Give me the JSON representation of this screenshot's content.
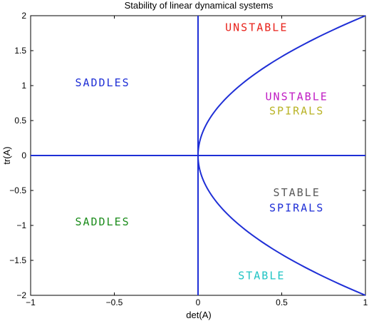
{
  "chart_data": {
    "type": "line",
    "title": "Stability of linear dynamical systems",
    "xlabel": "det(A)",
    "ylabel": "tr(A)",
    "xlim": [
      -1,
      1
    ],
    "ylim": [
      -2,
      2
    ],
    "xticks": [
      -1,
      -0.5,
      0,
      0.5,
      1
    ],
    "xtick_labels": [
      "−1",
      "−0.5",
      "0",
      "0.5",
      "1"
    ],
    "yticks": [
      -2,
      -1.5,
      -1,
      -0.5,
      0,
      0.5,
      1,
      1.5,
      2
    ],
    "ytick_labels": [
      "−2",
      "−1.5",
      "−1",
      "−0.5",
      "0",
      "0.5",
      "1",
      "1.5",
      "2"
    ],
    "grid": false,
    "line_color": "#1f2fd6",
    "series": [
      {
        "values_desc": "",
        "x": [
          -1,
          1
        ],
        "y": [
          0,
          0
        ]
      },
      {
        "values_desc": "",
        "x": [
          0,
          0
        ],
        "y": [
          -2,
          2
        ]
      },
      {
        "values_desc": "",
        "curve": "tr^2 = 4 det",
        "x": [
          0,
          1
        ],
        "y": [
          -2,
          2
        ]
      }
    ],
    "annotations": [
      {
        "text": "UNSTABLE",
        "x": 0.35,
        "y": 1.83,
        "color": "#e8221b"
      },
      {
        "text": "SADDLES",
        "x": -0.57,
        "y": 1.04,
        "color": "#1f2fd6"
      },
      {
        "text": "UNSTABLE",
        "x": 0.59,
        "y": 0.84,
        "color": "#c01dc4"
      },
      {
        "text": "SPIRALS",
        "x": 0.59,
        "y": 0.64,
        "color": "#b9b325"
      },
      {
        "text": "STABLE",
        "x": 0.59,
        "y": -0.53,
        "color": "#595959"
      },
      {
        "text": "SPIRALS",
        "x": 0.59,
        "y": -0.75,
        "color": "#1f2fd6"
      },
      {
        "text": "SADDLES",
        "x": -0.57,
        "y": -0.95,
        "color": "#1b8c1b"
      },
      {
        "text": "STABLE",
        "x": 0.38,
        "y": -1.72,
        "color": "#20c4c4"
      }
    ]
  }
}
